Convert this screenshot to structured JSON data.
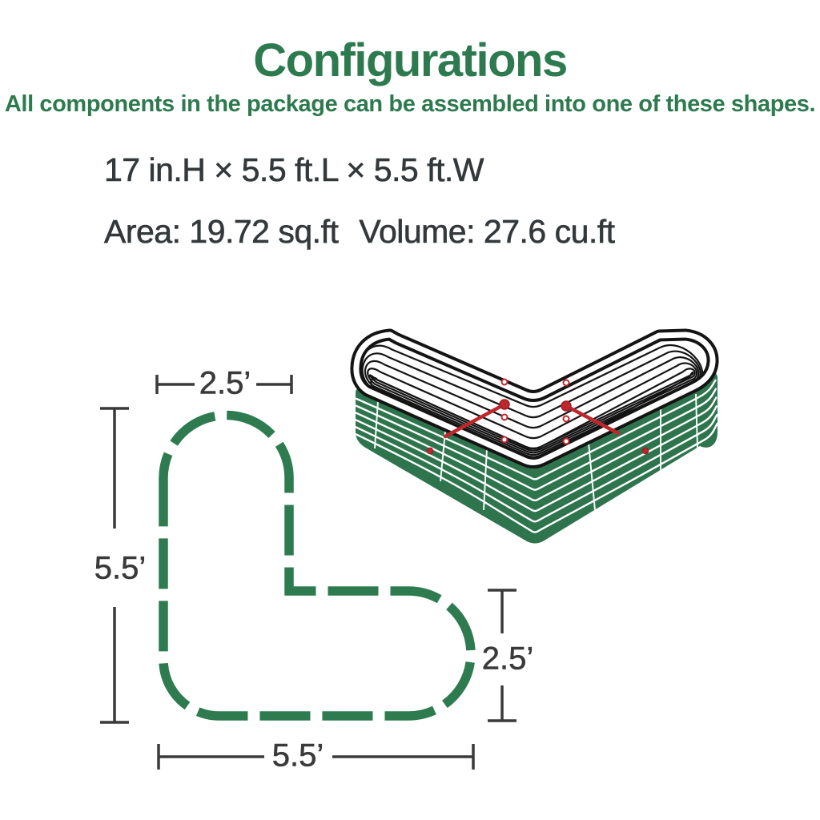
{
  "header": {
    "title": "Configurations",
    "subtitle": "All components in the package can be assembled into one of these shapes."
  },
  "specs": {
    "dimensions": "17 in.H × 5.5 ft.L × 5.5 ft.W",
    "area": "Area: 19.72 sq.ft",
    "volume": "Volume: 27.6 cu.ft"
  },
  "diagram": {
    "top_width": "2.5’",
    "left_height": "5.5’",
    "right_height": "2.5’",
    "bottom_width": "5.5’"
  },
  "colors": {
    "brand_green": "#2d7a4f",
    "diagram_green": "#2f7b50",
    "bed_green": "#2e744d",
    "text_dark": "#33383b",
    "dim_line": "#3a3a3a",
    "outline_black": "#141414",
    "rod_red": "#c0272d"
  }
}
